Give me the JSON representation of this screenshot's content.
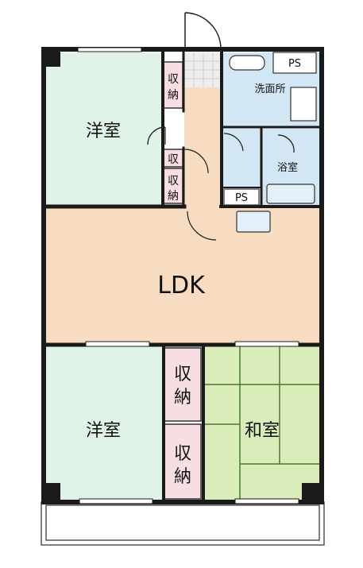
{
  "floorplan": {
    "rooms": {
      "western_room_top": "洋室",
      "ldk": "LDK",
      "western_room_bottom": "洋室",
      "japanese_room": "和室",
      "washroom": "洗面所",
      "bathroom": "浴室"
    },
    "storage": {
      "top_a": [
        "収",
        "納"
      ],
      "top_b": "収",
      "top_c": [
        "収",
        "納"
      ],
      "mid_1": [
        "収",
        "納"
      ],
      "mid_2": [
        "収",
        "納"
      ]
    },
    "ps": {
      "top": "PS",
      "mid": "PS"
    }
  },
  "colors": {
    "western": "#dff3e6",
    "ldk": "#f8dcc2",
    "japanese": "#d9ecb9",
    "wet": "#d3e6f4",
    "storage": "#f6dee3",
    "wall": "#1a1a1a"
  }
}
